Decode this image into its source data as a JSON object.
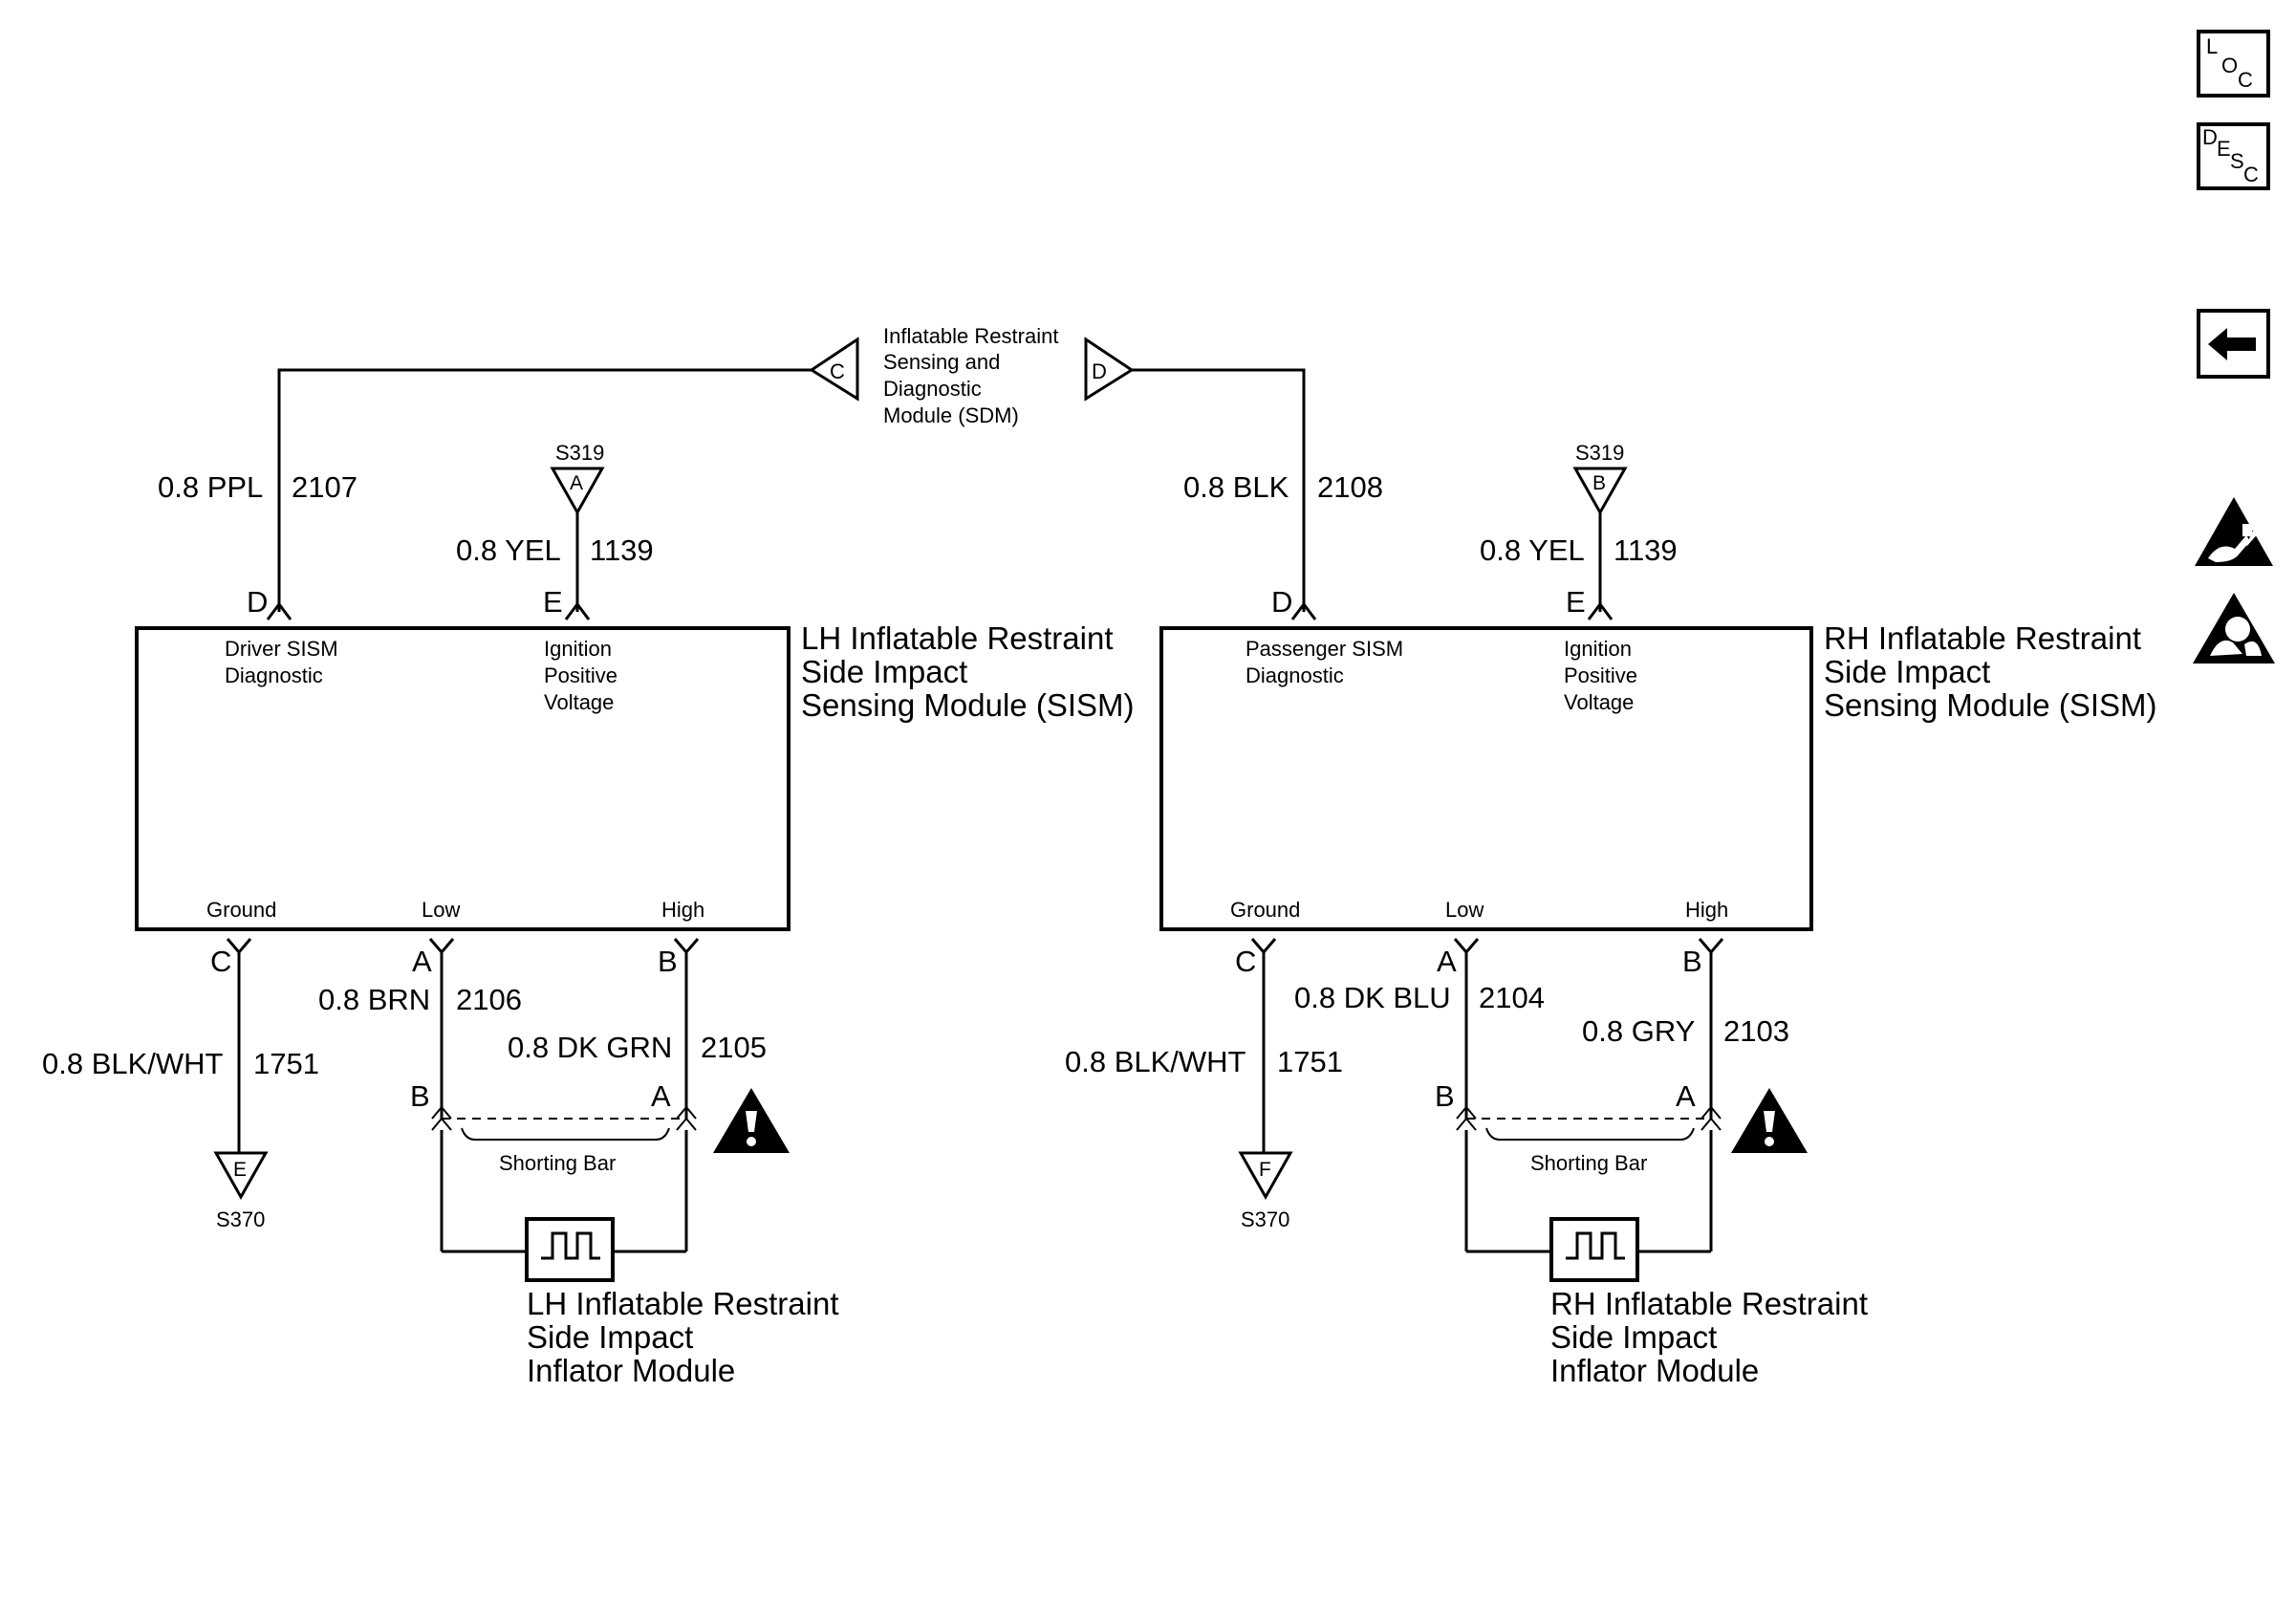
{
  "tabs": {
    "loc": [
      "L",
      "O",
      "C"
    ],
    "desc": [
      "D",
      "E",
      "S",
      "C"
    ]
  },
  "sdm": [
    "Inflatable Restraint",
    "Sensing and",
    "Diagnostic",
    "Module (SDM)"
  ],
  "sdm_pins": {
    "left": "C",
    "right": "D"
  },
  "lh": {
    "title": [
      "LH Inflatable Restraint",
      "Side Impact",
      "Sensing Module (SISM)"
    ],
    "diag_label": [
      "Driver SISM",
      "Diagnostic"
    ],
    "ign_label": [
      "Ignition",
      "Positive",
      "Voltage"
    ],
    "ground": "Ground",
    "low": "Low",
    "high": "High",
    "pin_d": "D",
    "pin_e": "E",
    "pin_c": "C",
    "pin_a": "A",
    "pin_b": "B",
    "wire_ppl": "0.8 PPL",
    "wire_ppl_num": "2107",
    "splice_top": "S319",
    "splice_top_pin": "A",
    "wire_yel": "0.8 YEL",
    "wire_yel_num": "1139",
    "wire_blkwht": "0.8 BLK/WHT",
    "wire_blkwht_num": "1751",
    "wire_low": "0.8 BRN",
    "wire_low_num": "2106",
    "wire_high": "0.8 DK GRN",
    "wire_high_num": "2105",
    "splice_bot": "S370",
    "splice_bot_pin": "E",
    "conn_b": "B",
    "conn_a": "A",
    "shorting_bar": "Shorting Bar",
    "inflator": [
      "LH Inflatable Restraint",
      "Side Impact",
      "Inflator Module"
    ]
  },
  "rh": {
    "title": [
      "RH Inflatable Restraint",
      "Side Impact",
      "Sensing Module (SISM)"
    ],
    "diag_label": [
      "Passenger SISM",
      "Diagnostic"
    ],
    "ign_label": [
      "Ignition",
      "Positive",
      "Voltage"
    ],
    "ground": "Ground",
    "low": "Low",
    "high": "High",
    "pin_d": "D",
    "pin_e": "E",
    "pin_c": "C",
    "pin_a": "A",
    "pin_b": "B",
    "wire_blk": "0.8 BLK",
    "wire_blk_num": "2108",
    "splice_top": "S319",
    "splice_top_pin": "B",
    "wire_yel": "0.8 YEL",
    "wire_yel_num": "1139",
    "wire_blkwht": "0.8 BLK/WHT",
    "wire_blkwht_num": "1751",
    "wire_low": "0.8 DK BLU",
    "wire_low_num": "2104",
    "wire_high": "0.8 GRY",
    "wire_high_num": "2103",
    "splice_bot": "S370",
    "splice_bot_pin": "F",
    "conn_b": "B",
    "conn_a": "A",
    "shorting_bar": "Shorting Bar",
    "inflator": [
      "RH Inflatable Restraint",
      "Side Impact",
      "Inflator Module"
    ]
  },
  "icons": {
    "loc": "location-tab-icon",
    "desc": "description-tab-icon",
    "back": "back-arrow-icon",
    "esd": "esd-warning-icon",
    "airbag": "airbag-service-icon",
    "caution": "caution-icon"
  }
}
